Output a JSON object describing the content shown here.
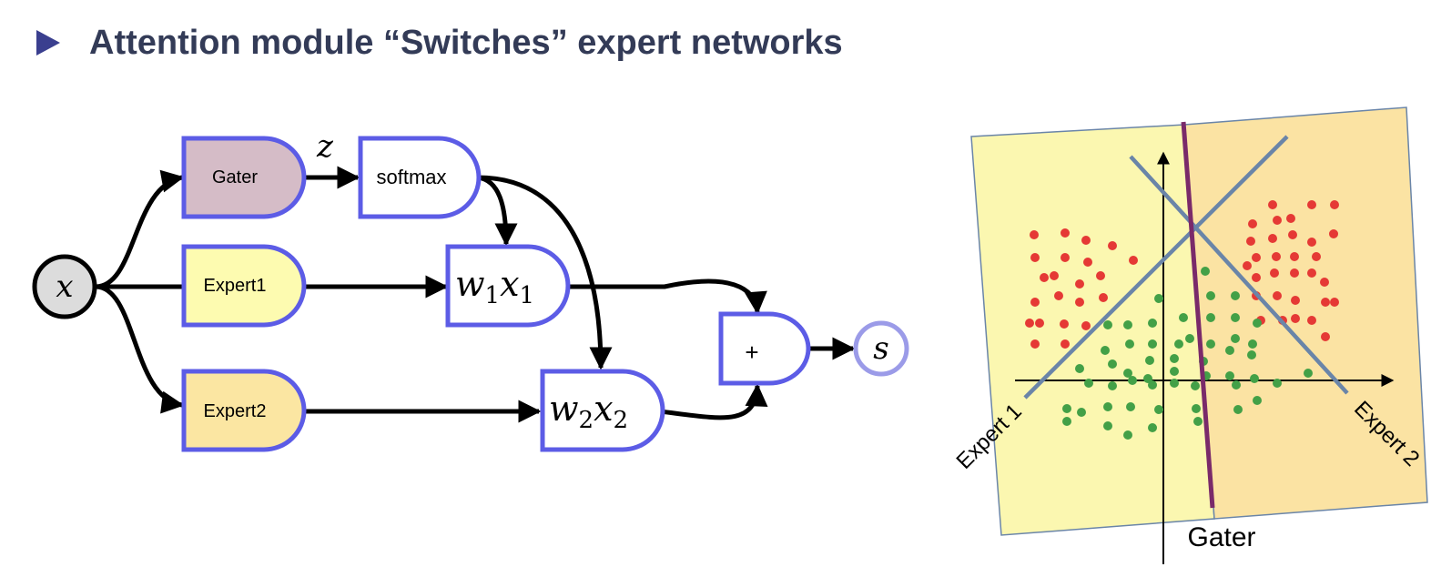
{
  "slide": {
    "title": "Attention module “Switches” expert networks"
  },
  "diagram": {
    "input": "x",
    "gater": "Gater",
    "z": "z",
    "softmax": "softmax",
    "expert1": "Expert1",
    "expert2": "Expert2",
    "w1": "w",
    "w1_sub": "1",
    "x1": "x",
    "x1_sub": "1",
    "w2": "w",
    "w2_sub": "2",
    "x2": "x",
    "x2_sub": "2",
    "plus": "+",
    "output": "s",
    "colors": {
      "gater_fill": "#d5bcc7",
      "expert1_fill": "#fdfbb0",
      "expert2_fill": "#fbe6a2",
      "node_stroke": "#5c5ce6",
      "input_fill": "#dcdcdc"
    }
  },
  "scatter": {
    "labels": {
      "expert1": "Expert 1",
      "expert2": "Expert 2",
      "gater": "Gater"
    },
    "colors": {
      "left_region": "#fbf7b0",
      "right_region": "#fbe3a3",
      "red_point": "#e53935",
      "green_point": "#43a047",
      "expert_line": "#6a85a8",
      "gater_line": "#7a2a6a"
    }
  }
}
